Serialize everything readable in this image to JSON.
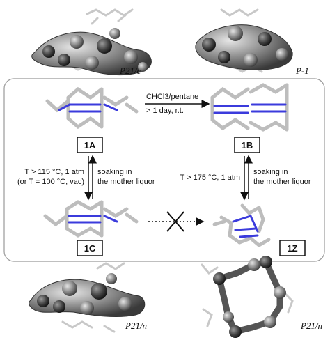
{
  "space_groups": {
    "top_left": "P21/c",
    "top_right": "P-1",
    "bottom_left": "P21/n",
    "bottom_right": "P21/n"
  },
  "compounds": {
    "a": "1A",
    "b": "1B",
    "c": "1C",
    "z": "1Z"
  },
  "arrows": {
    "a_to_b": {
      "line1": "CHCl3/pentane",
      "line2": "> 1 day, r.t."
    },
    "a_c_left": {
      "line1": "T > 115 °C, 1 atm",
      "line2": "(or T = 100 °C, vac)"
    },
    "a_c_right": {
      "line1": "soaking in",
      "line2": "the mother liquor"
    },
    "b_z_left": {
      "line1": "T > 175 °C, 1 atm"
    },
    "b_z_right": {
      "line1": "soaking in",
      "line2": "the mother liquor"
    }
  },
  "colors": {
    "bond_blue": "#3b3bdc",
    "framework_grey": "#bdbdbd",
    "sphere_grey": "#777777",
    "panel_border": "#999999"
  }
}
